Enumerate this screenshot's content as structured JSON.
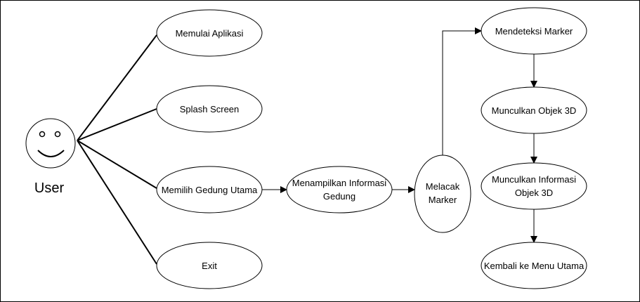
{
  "actor": {
    "label": "User"
  },
  "use_cases": {
    "start_app": "Memulai Aplikasi",
    "splash": "Splash Screen",
    "choose_building": "Memilih Gedung Utama",
    "exit": "Exit"
  },
  "flow": {
    "show_info_1": "Menampilkan Informasi",
    "show_info_2": "Gedung",
    "track_1": "Melacak",
    "track_2": "Marker",
    "detect": "Mendeteksi Marker",
    "show_3d": "Munculkan Objek 3D",
    "show_info3d_1": "Munculkan Informasi",
    "show_info3d_2": "Objek 3D",
    "back": "Kembali ke Menu Utama"
  }
}
